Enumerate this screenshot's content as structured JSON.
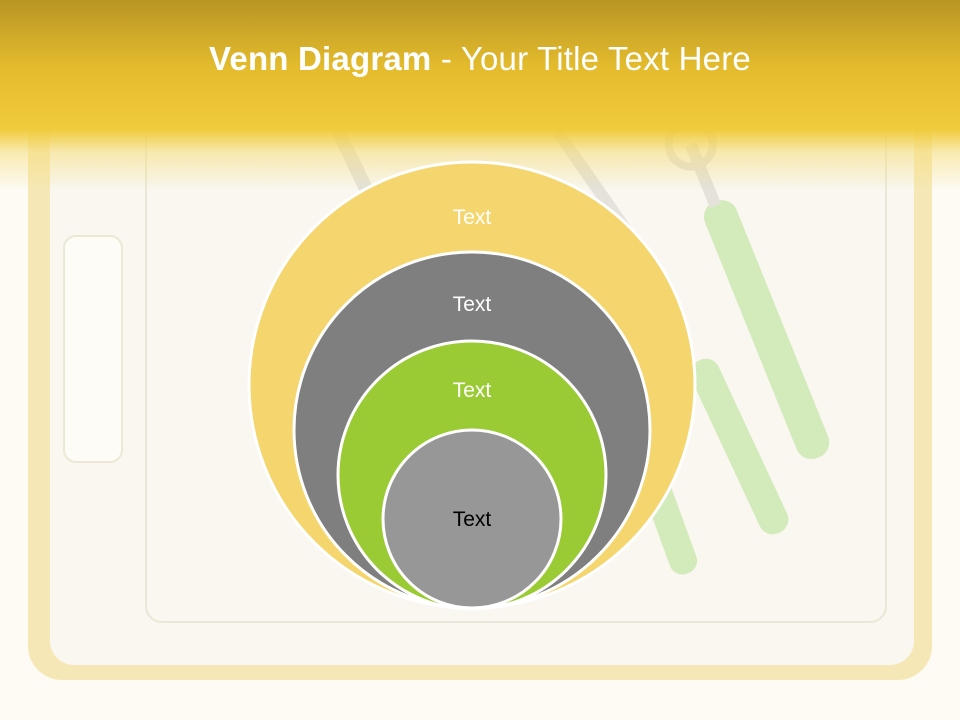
{
  "title": {
    "bold": "Venn Diagram",
    "rest": " - Your Title Text Here"
  },
  "colors": {
    "header": "#e8c12f",
    "circle_outer": "#f5d66e",
    "circle_2": "#7f7f7f",
    "circle_3": "#9acb34",
    "circle_inner": "#979797"
  },
  "circles": [
    {
      "label": "Text",
      "color": "#f5d66e",
      "text_color": "#ffffff"
    },
    {
      "label": "Text",
      "color": "#7f7f7f",
      "text_color": "#ffffff"
    },
    {
      "label": "Text",
      "color": "#9acb34",
      "text_color": "#ffffff"
    },
    {
      "label": "Text",
      "color": "#979797",
      "text_color": "#000000"
    }
  ]
}
